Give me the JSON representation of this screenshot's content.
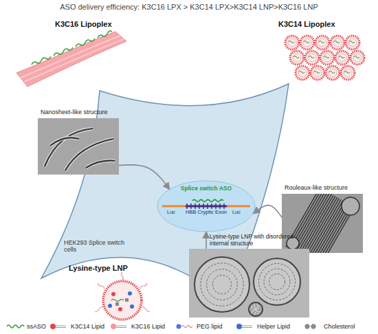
{
  "diagram": {
    "title": "ASO delivery efficiency: K3C16 LPX > K3C14 LPX>K3C14 LNP>K3C16 LNP",
    "nodes": [
      {
        "text": [
          "HEK293 Splice switch cells"
        ]
      },
      {
        "text": [
          "Splice switch ASO"
        ],
        "in": 0
      },
      {
        "text": [
          "Nanosheet-like structure"
        ]
      },
      {
        "text": [
          "Rouleaux-like structure"
        ]
      },
      {
        "text": [
          "Lysine-type LNP with disordered internal structure"
        ]
      }
    ],
    "edges": [
      {
        "from": 2,
        "to": 1,
        "arrow": "to"
      },
      {
        "from": 3,
        "to": 1,
        "arrow": "to"
      },
      {
        "from": 4,
        "to": 1,
        "arrow": "to"
      }
    ],
    "labels": [
      "K3C16 Lipoplex",
      "K3C14 Lipoplex",
      "Luc",
      "HBB Cryptic Exon",
      "Luc",
      "Lysine-type LNP"
    ],
    "legend": [
      {
        "text": "ssASO"
      },
      {
        "text": "K3C14 Lipid"
      },
      {
        "text": "K3C16 Lipid"
      },
      {
        "text": "PEG lipid"
      },
      {
        "text": "Helper Lipid"
      },
      {
        "text": "Cholesterol"
      }
    ]
  }
}
